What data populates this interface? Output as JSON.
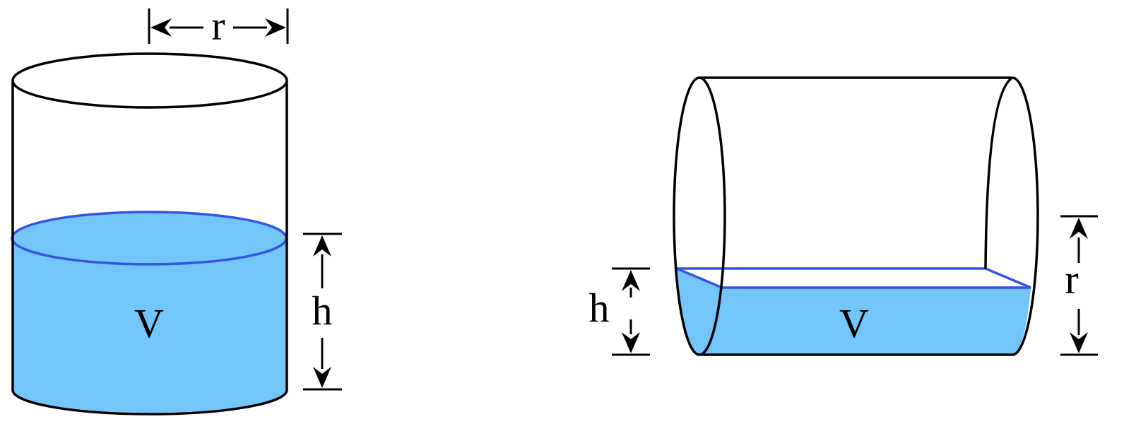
{
  "colors": {
    "water_fill": "#72c6fa",
    "water_edge": "#3355e0",
    "outline": "#000000",
    "background": "#ffffff"
  },
  "vertical_cylinder": {
    "radius_label": "r",
    "height_label": "h",
    "volume_label": "V"
  },
  "horizontal_cylinder": {
    "height_label": "h",
    "radius_label": "r",
    "volume_label": "V"
  }
}
